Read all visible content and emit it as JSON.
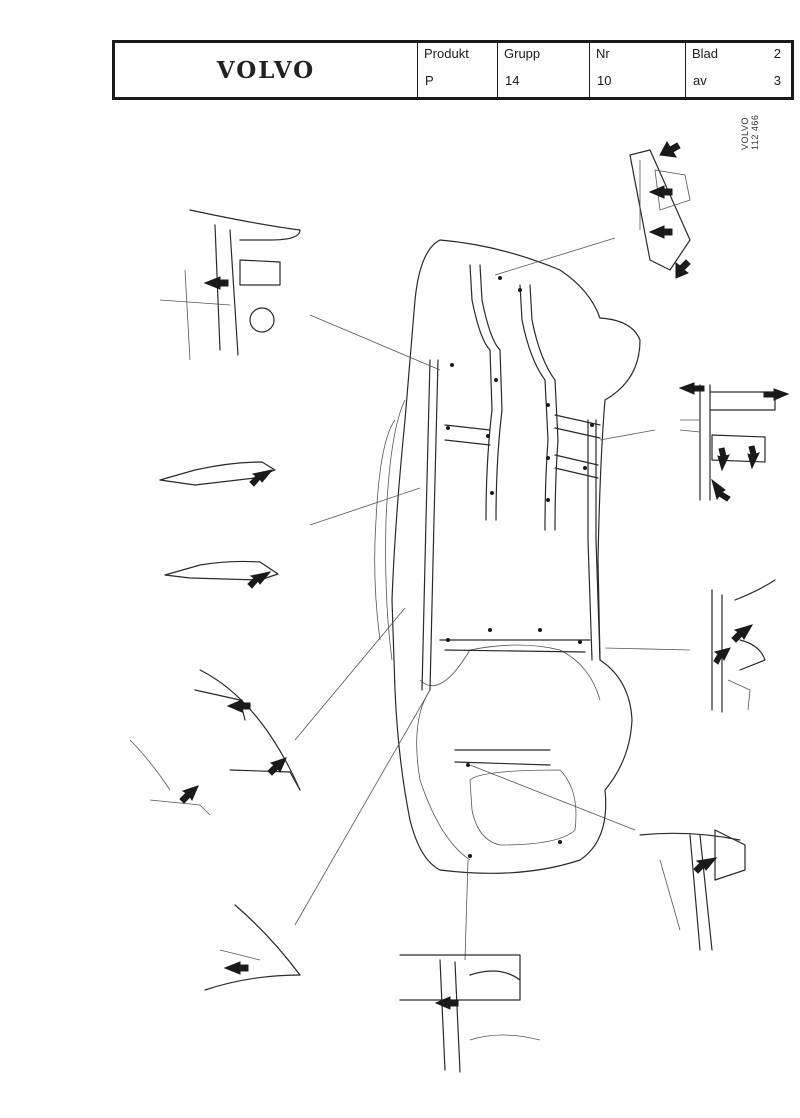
{
  "header": {
    "logo": "VOLVO",
    "produkt": {
      "label": "Produkt",
      "value": "P"
    },
    "grupp": {
      "label": "Grupp",
      "value": "14"
    },
    "nr": {
      "label": "Nr",
      "value": "10"
    },
    "blad": {
      "label": "Blad",
      "value": "2",
      "av_label": "av",
      "av_value": "3"
    }
  },
  "stamp": {
    "line1": "VOLVO",
    "line2": "112 466"
  }
}
